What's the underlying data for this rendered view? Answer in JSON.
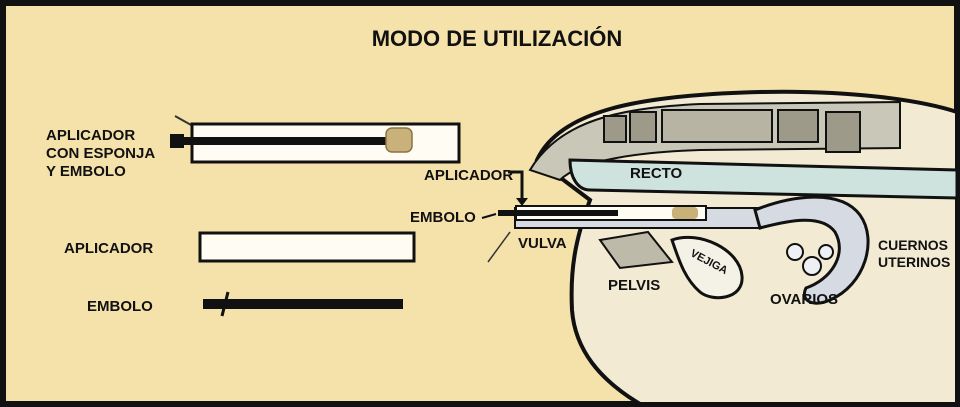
{
  "title": "MODO DE UTILIZACIÓN",
  "left_labels": {
    "assembled_line1": "APLICADOR",
    "assembled_line2": "CON ESPONJA",
    "assembled_line3": "Y EMBOLO",
    "applicator": "APLICADOR",
    "plunger": "EMBOLO"
  },
  "anatomy_labels": {
    "aplicador": "APLICADOR",
    "recto": "RECTO",
    "embolo": "EMBOLO",
    "vulva": "VULVA",
    "pelvis": "PELVIS",
    "vejiga": "VEJIGA",
    "ovarios": "OVARIOS",
    "cuernos": "CUERNOS",
    "uterinos": "UTERINOS"
  },
  "colors": {
    "background": "#f5e2aa",
    "border": "#111111",
    "rectum": "#cfe3de",
    "uterus": "#d6dbe3",
    "sponge": "#c9b27a",
    "body_fill": "#f2ead2"
  }
}
